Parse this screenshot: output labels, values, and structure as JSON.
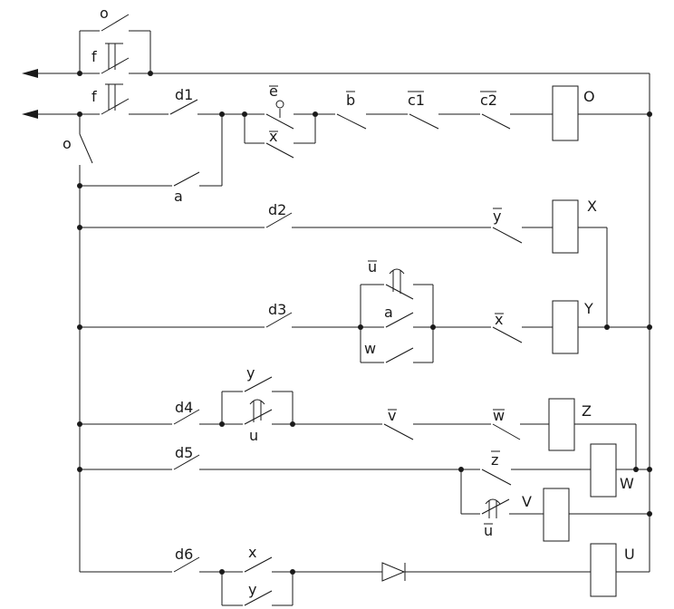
{
  "labels": {
    "o_top": "o",
    "f_top": "f",
    "f_mid": "f",
    "d1": "d1",
    "o_side": "o",
    "a_1": "a",
    "e": "e",
    "x_1": "x",
    "b": "b",
    "c1": "c1",
    "c2": "c2",
    "O": "O",
    "d2": "d2",
    "y_1": "y",
    "X": "X",
    "u_1": "u",
    "a_2": "a",
    "w_1": "w",
    "d3": "d3",
    "x_2": "x",
    "Y": "Y",
    "y_2": "y",
    "d4": "d4",
    "u_2": "u",
    "v": "v",
    "w_2": "w",
    "Z": "Z",
    "d5": "d5",
    "z": "z",
    "W": "W",
    "V": "V",
    "u_3": "u",
    "d6": "d6",
    "x_3": "x",
    "y_3": "y",
    "U": "U"
  },
  "colors": {
    "line": "#1a1a1a",
    "background": "#ffffff"
  }
}
